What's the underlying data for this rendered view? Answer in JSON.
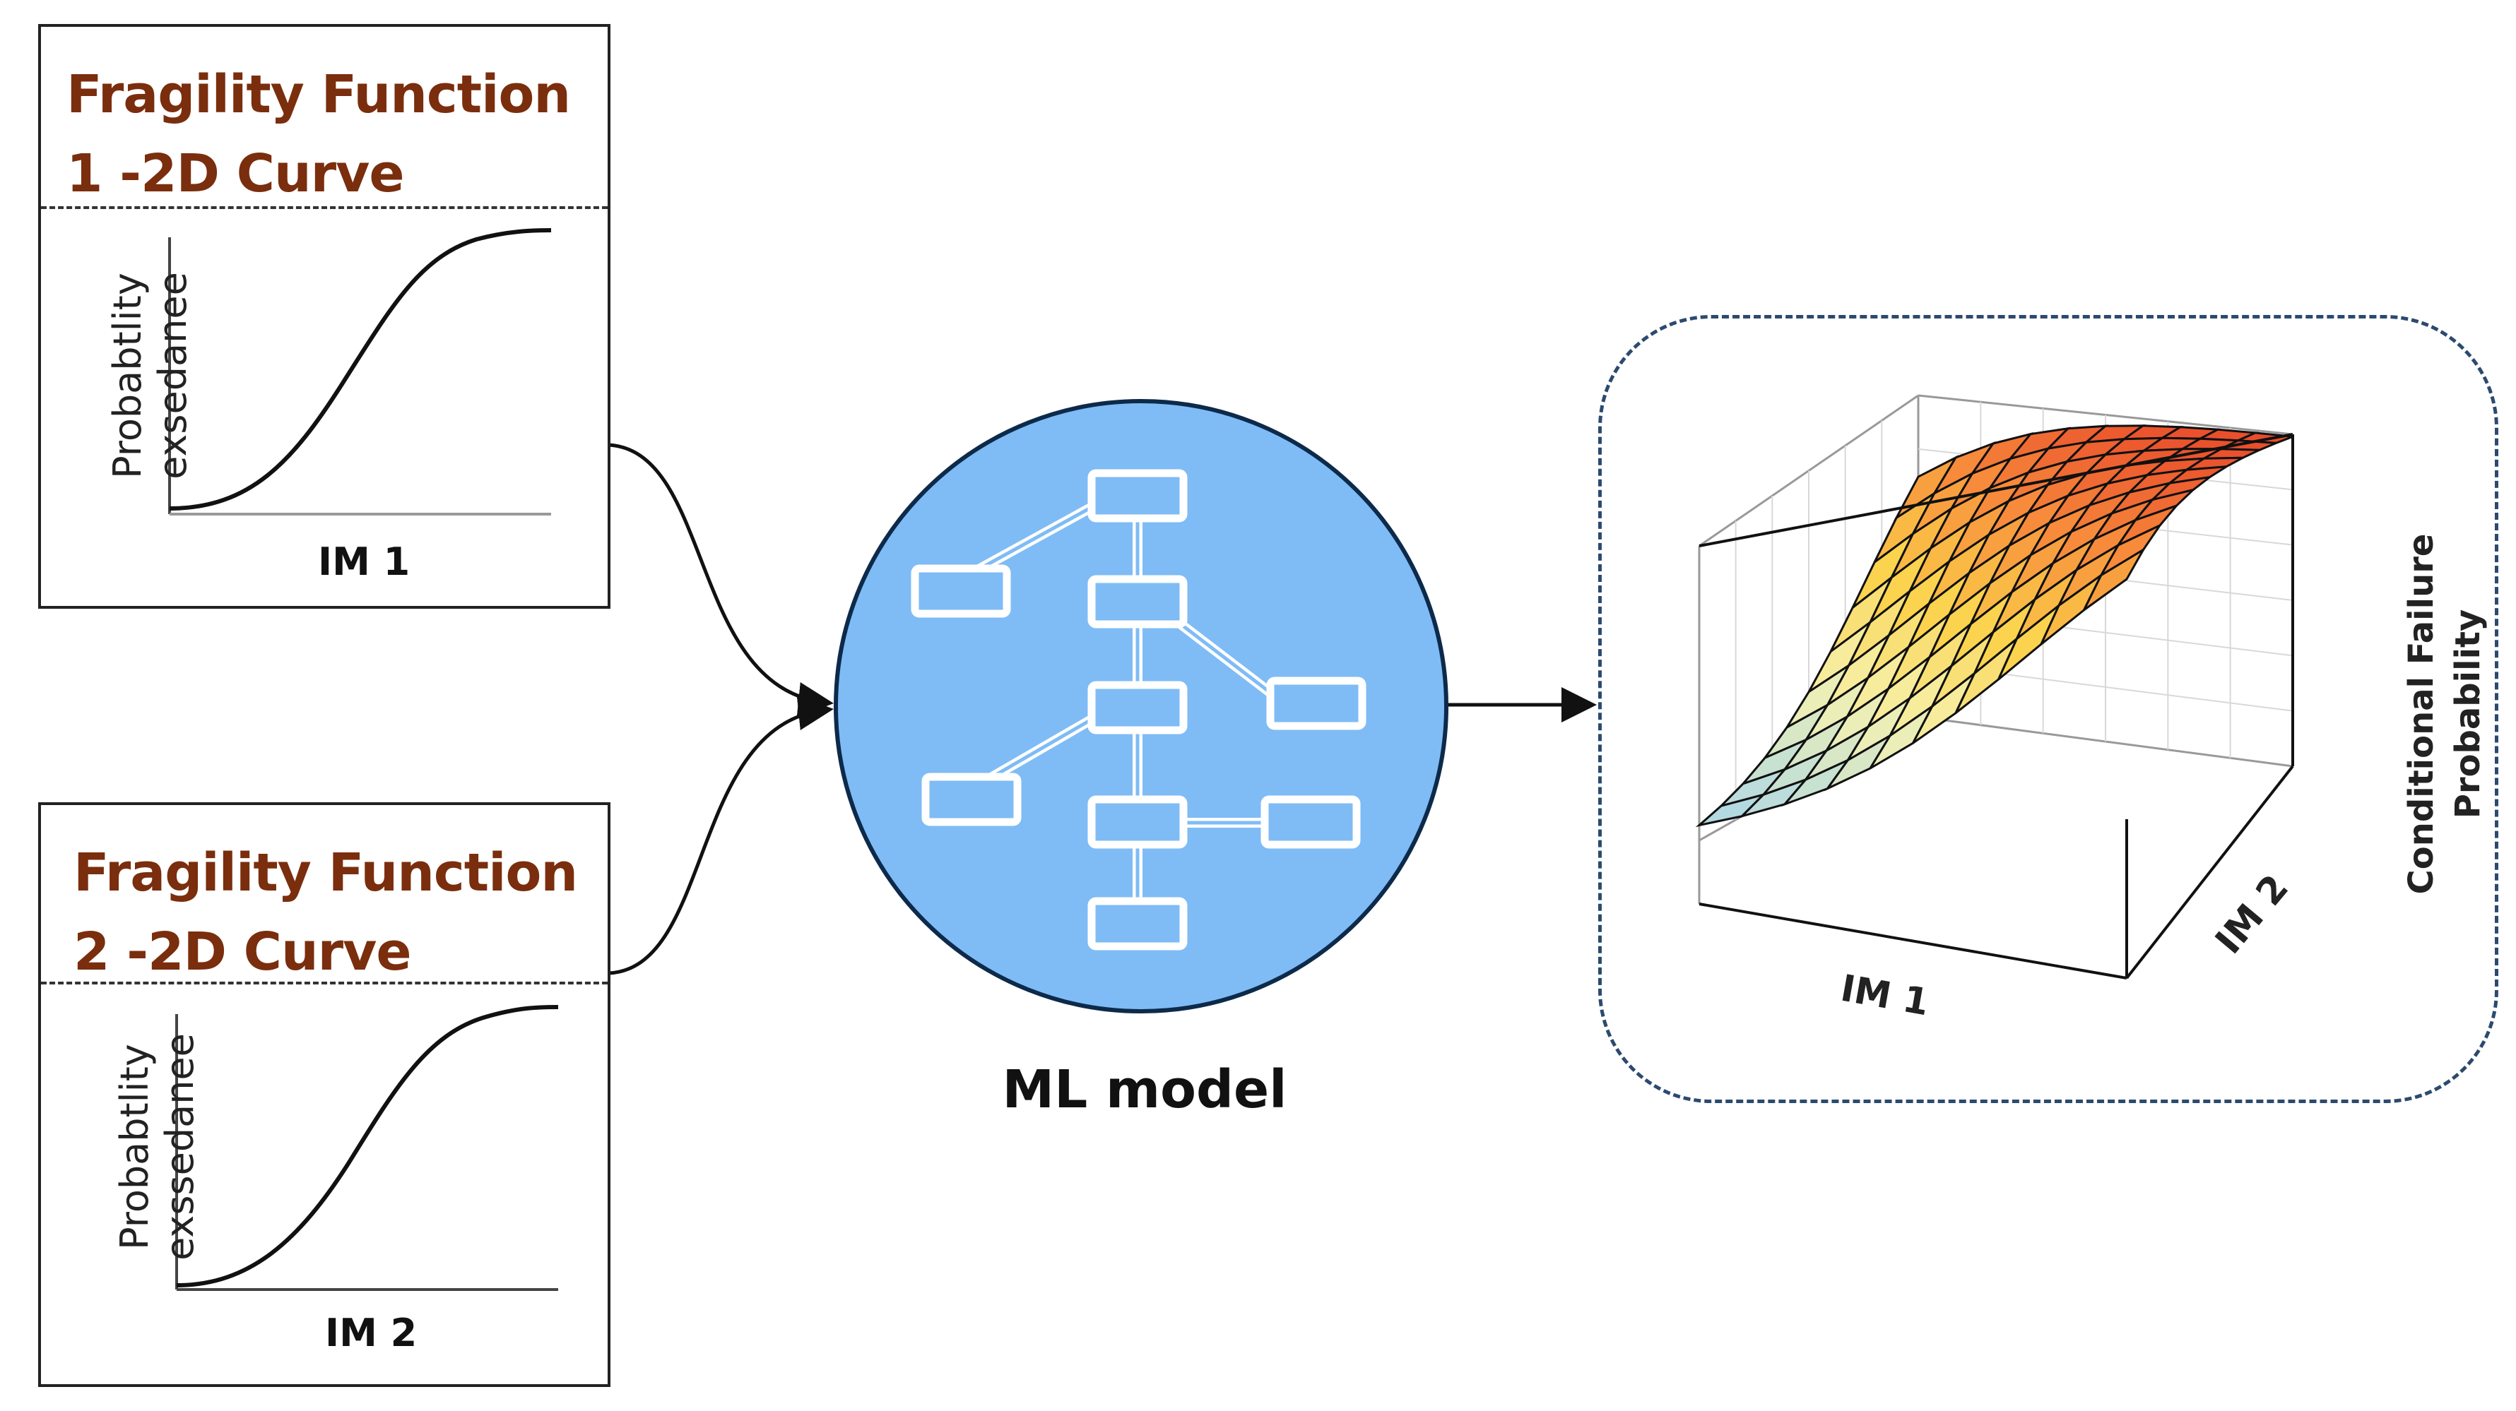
{
  "panel1": {
    "title_line1": "Fragility Function",
    "title_line2": "1 -2D Curve",
    "ylabel_line1": "Probabtlity",
    "ylabel_line2": "exsedanee",
    "xlabel": "IM 1"
  },
  "panel2": {
    "title_line1": "Fragility Function",
    "title_line2": "2 -2D Curve",
    "ylabel_line1": "Probabtlity",
    "ylabel_line2": "exssedanee",
    "xlabel": "IM 2"
  },
  "ml": {
    "label": "ML model",
    "circle_color": "#7fbcf6",
    "node_color": "#ffffff"
  },
  "surface": {
    "xlabel": "IM 1",
    "ylabel": "IM 2",
    "zlabel_line1": "Conditional Failure",
    "zlabel_line2": "Probability"
  },
  "colors": {
    "title": "#7a2e0d",
    "border": "#222222",
    "dashed_frame": "#2c4a6e"
  }
}
